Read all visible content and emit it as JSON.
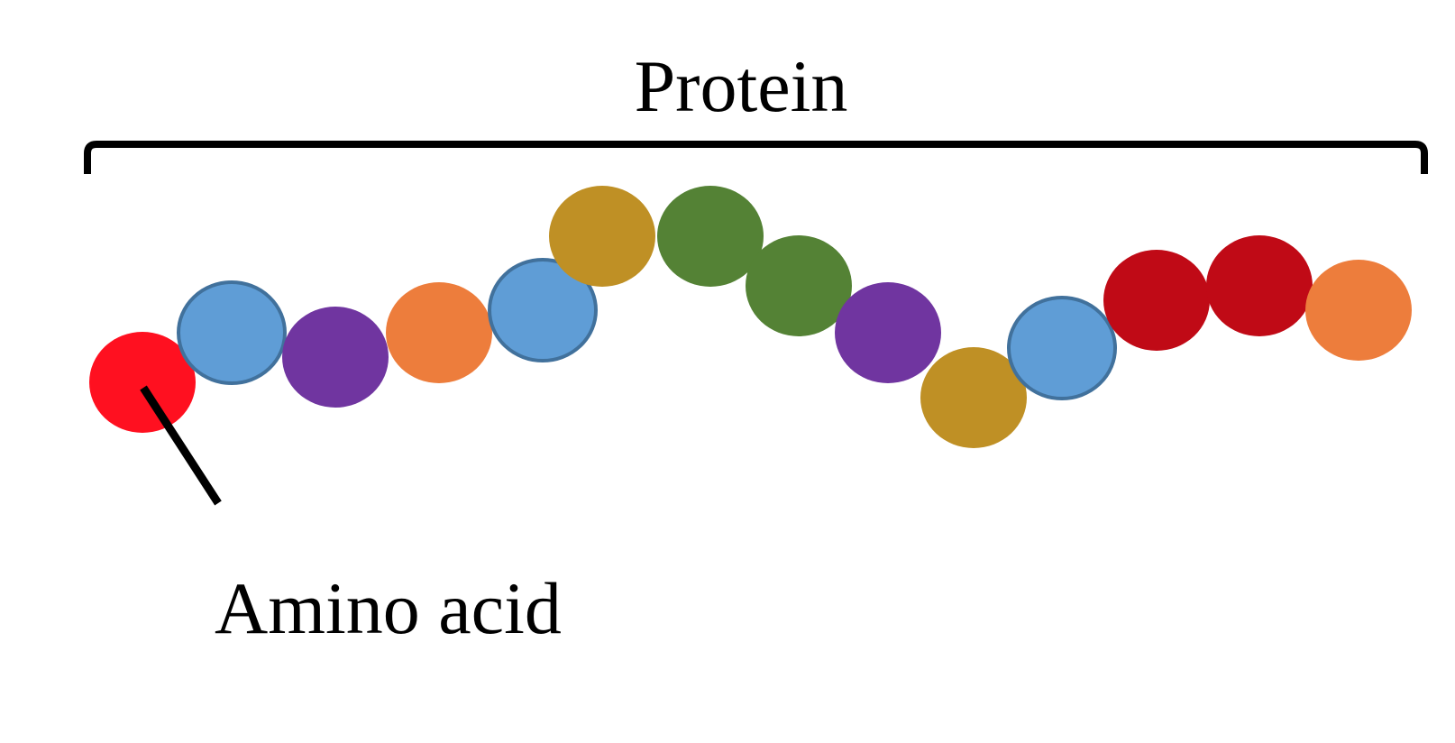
{
  "title": "Protein",
  "pointer_label": "Amino acid",
  "colors": {
    "bracket": "#000000",
    "pointer": "#000000",
    "blue_outline": "#41719C"
  },
  "amino_acids": [
    {
      "name": "red",
      "fill": "#FF1020",
      "outline": false
    },
    {
      "name": "blue",
      "fill": "#5F9DD6",
      "outline": true
    },
    {
      "name": "purple",
      "fill": "#7035A0",
      "outline": false
    },
    {
      "name": "orange",
      "fill": "#ED7D3C",
      "outline": false
    },
    {
      "name": "blue",
      "fill": "#5F9DD6",
      "outline": true
    },
    {
      "name": "gold",
      "fill": "#BF9025",
      "outline": false
    },
    {
      "name": "green",
      "fill": "#548235",
      "outline": false
    },
    {
      "name": "green",
      "fill": "#548235",
      "outline": false
    },
    {
      "name": "purple",
      "fill": "#7035A0",
      "outline": false
    },
    {
      "name": "gold",
      "fill": "#BF9025",
      "outline": false
    },
    {
      "name": "blue",
      "fill": "#5F9DD6",
      "outline": true
    },
    {
      "name": "dark-red",
      "fill": "#C00A16",
      "outline": false
    },
    {
      "name": "dark-red",
      "fill": "#C00A16",
      "outline": false
    },
    {
      "name": "orange",
      "fill": "#ED7D3C",
      "outline": false
    }
  ]
}
